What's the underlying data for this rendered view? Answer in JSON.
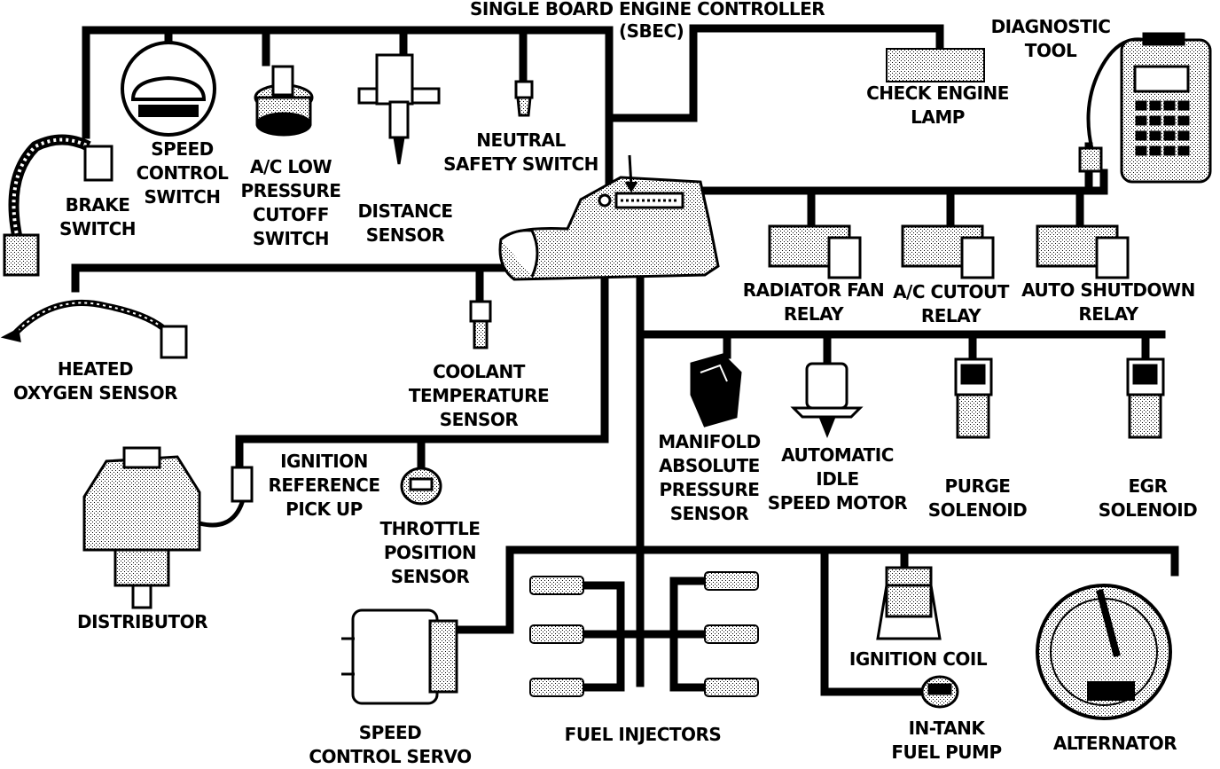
{
  "diagram": {
    "title": "SINGLE BOARD ENGINE CONTROLLER",
    "title_abbrev": "(SBEC)",
    "colors": {
      "ink": "#000000",
      "paper": "#ffffff",
      "shade": "#888888"
    },
    "components": {
      "diagnostic_tool": "DIAGNOSTIC\nTOOL",
      "check_engine_lamp": "CHECK ENGINE\nLAMP",
      "brake_switch": "BRAKE\nSWITCH",
      "speed_control_switch": "SPEED\nCONTROL\nSWITCH",
      "ac_low_pressure_cutoff_switch": "A/C LOW\nPRESSURE\nCUTOFF\nSWITCH",
      "distance_sensor": "DISTANCE\nSENSOR",
      "neutral_safety_switch": "NEUTRAL\nSAFETY SWITCH",
      "radiator_fan_relay": "RADIATOR FAN\nRELAY",
      "ac_cutout_relay": "A/C CUTOUT\nRELAY",
      "auto_shutdown_relay": "AUTO SHUTDOWN\nRELAY",
      "heated_oxygen_sensor": "HEATED\nOXYGEN SENSOR",
      "coolant_temperature_sensor": "COOLANT\nTEMPERATURE\nSENSOR",
      "manifold_absolute_pressure_sensor": "MANIFOLD\nABSOLUTE\nPRESSURE\nSENSOR",
      "automatic_idle_speed_motor": "AUTOMATIC\nIDLE\nSPEED MOTOR",
      "purge_solenoid": "PURGE\nSOLENOID",
      "egr_solenoid": "EGR\nSOLENOID",
      "ignition_reference_pick_up": "IGNITION\nREFERENCE\nPICK UP",
      "throttle_position_sensor": "THROTTLE\nPOSITION\nSENSOR",
      "distributor": "DISTRIBUTOR",
      "speed_control_servo": "SPEED\nCONTROL SERVO",
      "fuel_injectors": "FUEL INJECTORS",
      "ignition_coil": "IGNITION COIL",
      "in_tank_fuel_pump": "IN-TANK\nFUEL PUMP",
      "alternator": "ALTERNATOR"
    }
  }
}
